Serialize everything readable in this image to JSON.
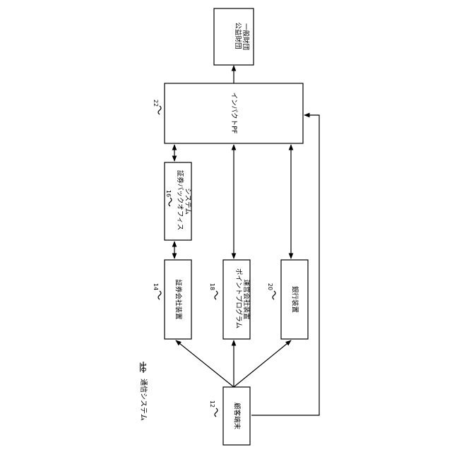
{
  "system": {
    "title": "通信システム",
    "ref": "10"
  },
  "blocks": {
    "customer_terminal": {
      "ref": "12",
      "lines": [
        "顧客端末"
      ]
    },
    "securities_device": {
      "ref": "14",
      "lines": [
        "証券会社装置"
      ]
    },
    "back_office": {
      "ref": "16",
      "lines": [
        "証券バックオフィス",
        "システム"
      ]
    },
    "point_program": {
      "ref": "18",
      "lines": [
        "ポイントプログラム",
        "運営会社装置"
      ]
    },
    "bank_device": {
      "ref": "20",
      "lines": [
        "銀行装置"
      ]
    },
    "impact_pf": {
      "ref": "22",
      "lines": [
        "インパクトPF"
      ]
    },
    "foundation": {
      "lines": [
        "公益財団",
        "一般財団"
      ]
    }
  }
}
